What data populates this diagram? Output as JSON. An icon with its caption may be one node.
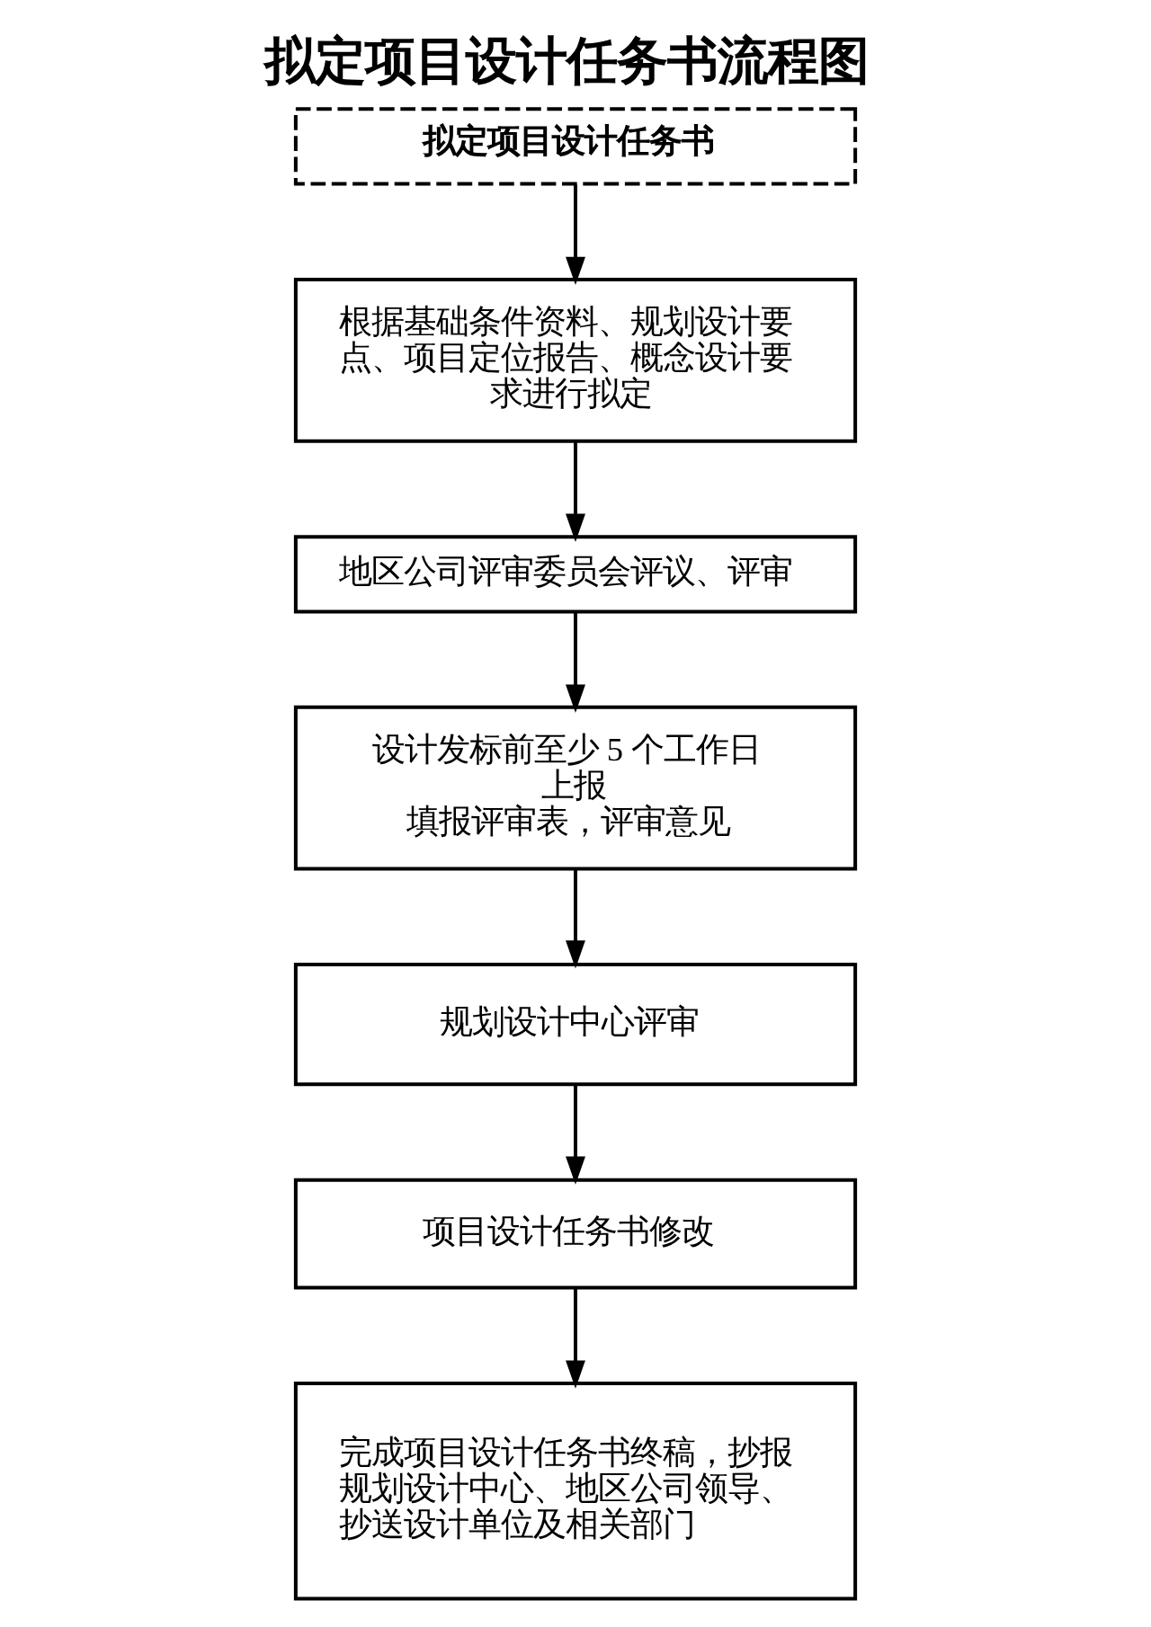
{
  "diagram": {
    "title": "拟定项目设计任务书流程图",
    "nodes": [
      {
        "text": [
          "拟定项目设计任务书"
        ]
      },
      {
        "text": [
          "根据基础条件资料、规划设计要点、项目定位报告、概念设计要求进行拟定"
        ]
      },
      {
        "text": [
          "地区公司评审委员会评议、评审"
        ]
      },
      {
        "text": [
          "设计发标前至少 5 个工作日上报",
          "填报评审表，评审意见"
        ]
      },
      {
        "text": [
          "规划设计中心评审"
        ]
      },
      {
        "text": [
          "项目设计任务书修改"
        ]
      },
      {
        "text": [
          "完成项目设计任务书终稿，抄报规划设计中心、地区公司领导、抄送设计单位及相关部门"
        ]
      }
    ],
    "edges": [
      {
        "from": 0,
        "to": 1,
        "arrow": "to"
      },
      {
        "from": 1,
        "to": 2,
        "arrow": "to"
      },
      {
        "from": 2,
        "to": 3,
        "arrow": "to"
      },
      {
        "from": 3,
        "to": 4,
        "arrow": "to"
      },
      {
        "from": 4,
        "to": 5,
        "arrow": "to"
      },
      {
        "from": 5,
        "to": 6,
        "arrow": "to"
      }
    ]
  }
}
